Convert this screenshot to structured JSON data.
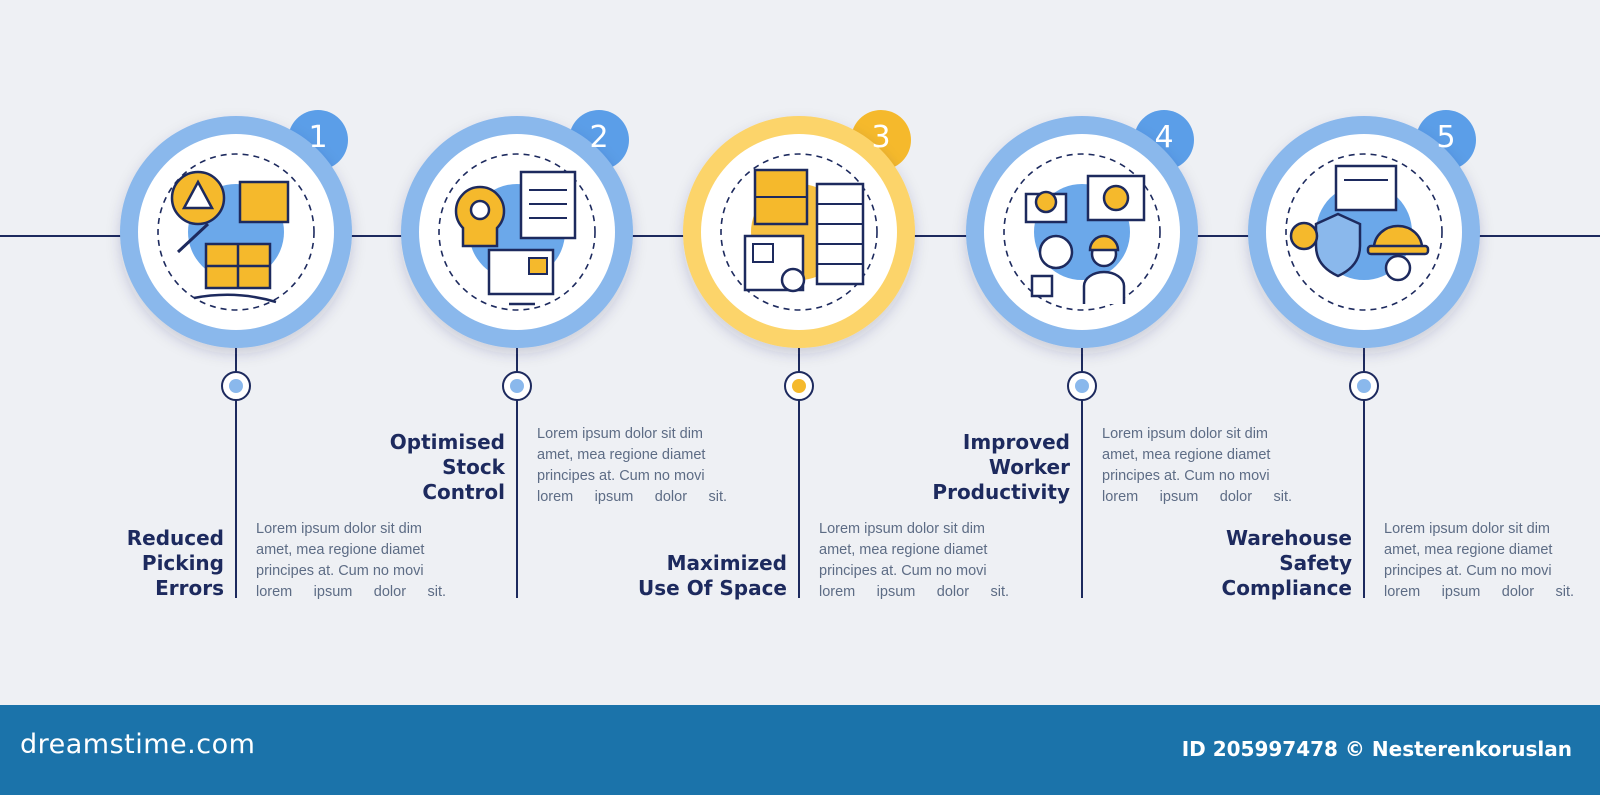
{
  "steps": [
    {
      "number": "1",
      "title": [
        "Reduced",
        "Picking",
        "Errors"
      ],
      "accent": "#8ab8ec",
      "icon": "warehouse-picking-icon"
    },
    {
      "number": "2",
      "title": [
        "Optimised",
        "Stock",
        "Control"
      ],
      "accent": "#8ab8ec",
      "icon": "stock-control-icon"
    },
    {
      "number": "3",
      "title": [
        "Maximized",
        "Use Of Space"
      ],
      "accent": "#fcd46a",
      "icon": "space-planning-icon"
    },
    {
      "number": "4",
      "title": [
        "Improved",
        "Worker",
        "Productivity"
      ],
      "accent": "#8ab8ec",
      "icon": "worker-productivity-icon"
    },
    {
      "number": "5",
      "title": [
        "Warehouse",
        "Safety",
        "Compliance"
      ],
      "accent": "#8ab8ec",
      "icon": "safety-risk-icon"
    }
  ],
  "description": [
    "Lorem ipsum dolor sit dim",
    "amet, mea regione diamet",
    "principes at. Cum no movi",
    "lorem ipsum dolor sit."
  ],
  "colors": {
    "navy": "#1d2a5e",
    "blue": "#5b9ee8",
    "yellow": "#f5b92c",
    "background": "#eef0f4",
    "footer": "#1b73aa"
  },
  "footer": {
    "brand": "dreamstime.com",
    "credit": "ID 205997478 © Nesterenkoruslan"
  }
}
